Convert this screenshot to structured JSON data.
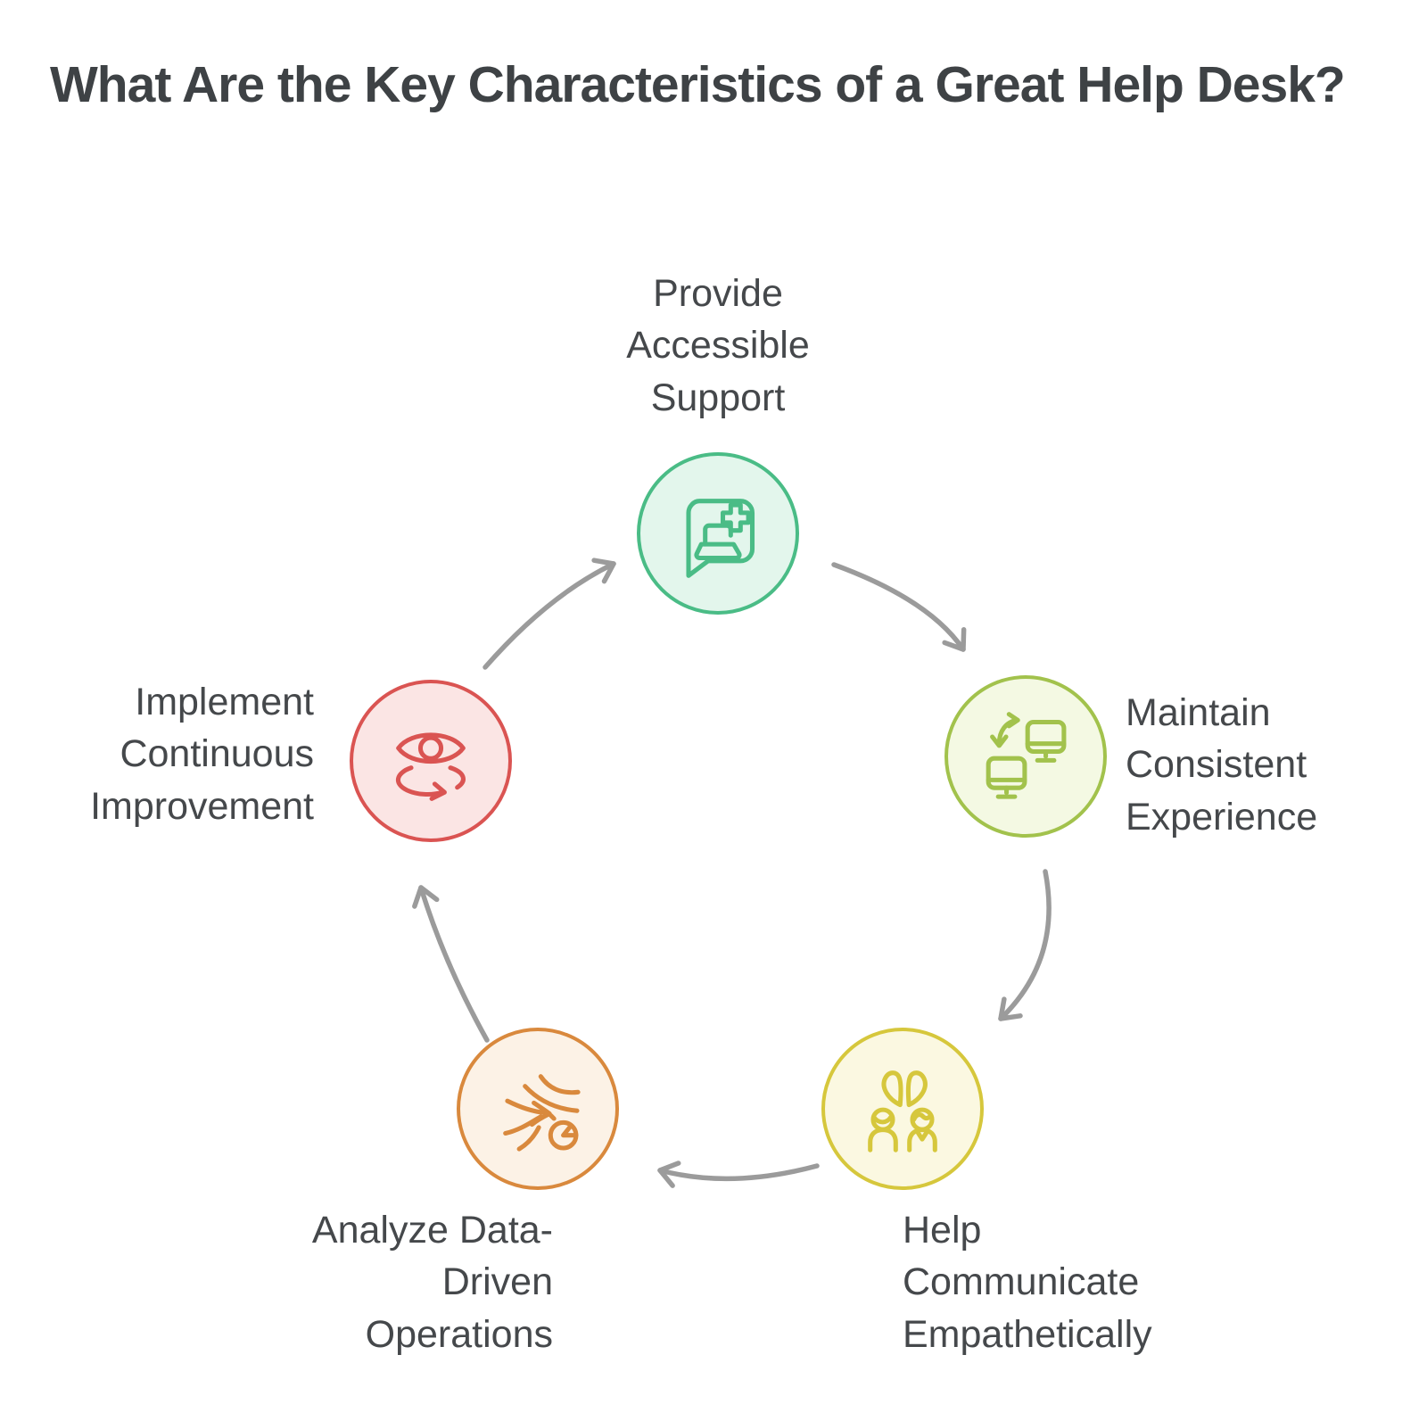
{
  "title": "What Are the Key Characteristics of a Great Help Desk?",
  "cycle": {
    "arrow_color": "#9B9B9B",
    "text_color": "#45484B",
    "nodes": [
      {
        "id": "provide-accessible-support",
        "label": "Provide Accessible Support",
        "lines": [
          "Provide",
          "Accessible",
          "Support"
        ],
        "icon": "helpdesk-chat-bubble-laptop-medical-cross-icon",
        "stroke": "#4ABC86",
        "fill": "#E3F6EC"
      },
      {
        "id": "maintain-consistent-experience",
        "label": "Maintain Consistent Experience",
        "lines": [
          "Maintain",
          "Consistent",
          "Experience"
        ],
        "icon": "synced-monitors-icon",
        "stroke": "#A2C24C",
        "fill": "#F4F9E3"
      },
      {
        "id": "help-communicate-empathetically",
        "label": "Help Communicate Empathetically",
        "lines": [
          "Help",
          "Communicate",
          "Empathetically"
        ],
        "icon": "two-people-heart-empathy-icon",
        "stroke": "#D6C73C",
        "fill": "#FBF8E1"
      },
      {
        "id": "analyze-data-driven-operations",
        "label": "Analyze Data-Driven Operations",
        "lines": [
          "Analyze Data-",
          "Driven",
          "Operations"
        ],
        "icon": "data-streams-pie-chart-icon",
        "stroke": "#D9893D",
        "fill": "#FCF2E6"
      },
      {
        "id": "implement-continuous-improvement",
        "label": "Implement Continuous Improvement",
        "lines": [
          "Implement",
          "Continuous",
          "Improvement"
        ],
        "icon": "eye-cycle-arrow-icon",
        "stroke": "#DA5452",
        "fill": "#FBE5E4"
      }
    ]
  }
}
